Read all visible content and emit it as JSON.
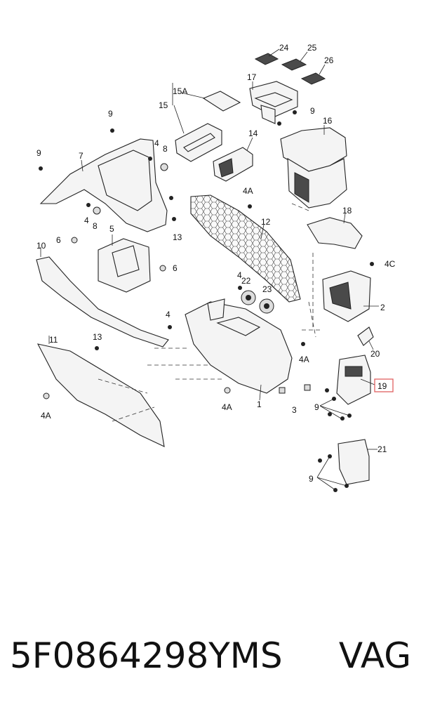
{
  "callouts": {
    "c1": "1",
    "c2": "2",
    "c3": "3",
    "c4a": "4",
    "c4b": "4",
    "c4c": "4",
    "c4d": "4",
    "c4A1": "4A",
    "c4A2": "4A",
    "c4A3": "4A",
    "c4A4": "4A",
    "c4C": "4C",
    "c5": "5",
    "c6a": "6",
    "c6b": "6",
    "c7": "7",
    "c8a": "8",
    "c8b": "8",
    "c9a": "9",
    "c9b": "9",
    "c9c": "9",
    "c9d": "9",
    "c9e": "9",
    "c10": "10",
    "c11": "11",
    "c12": "12",
    "c13a": "13",
    "c13b": "13",
    "c14": "14",
    "c15": "15",
    "c15A": "15A",
    "c16": "16",
    "c17": "17",
    "c18": "18",
    "c19": "19",
    "c20": "20",
    "c21": "21",
    "c22": "22",
    "c23": "23",
    "c24": "24",
    "c25": "25",
    "c26": "26"
  },
  "highlight_color": "#e06060",
  "caption": {
    "part_number": "5F0864298YMS",
    "brand": "VAG"
  }
}
